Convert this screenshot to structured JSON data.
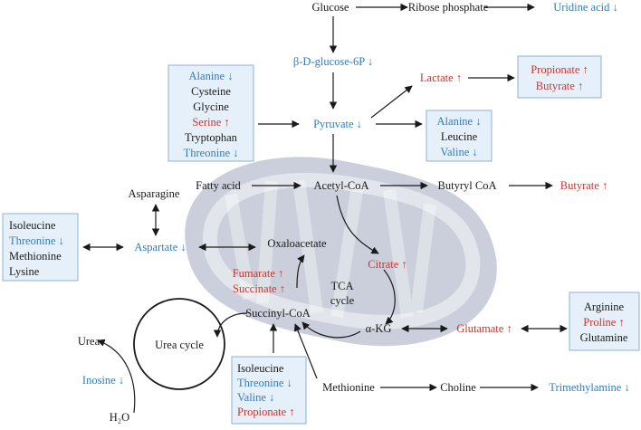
{
  "colors": {
    "black": "#1a1a1a",
    "decrease": "#2f7ebd",
    "increase": "#c8372d",
    "box_fill": "#e6f0fa",
    "mito": "#b8bfcf"
  },
  "nodes": {
    "glucose": "Glucose",
    "ribose_phosphate": "Ribose phosphate",
    "uridine_acid": "Uridine acid ↓",
    "b_d_glucose_6p": "β-D-glucose-6P ↓",
    "lactate": "Lactate ↑",
    "pyruvate": "Pyruvate ↓",
    "fatty_acid": "Fatty acid",
    "acetyl_coa": "Acetyl-CoA",
    "butyryl_coa": "Butyryl CoA",
    "butyrate_right": "Butyrate ↑",
    "asparagine": "Asparagine",
    "aspartate": "Aspartate ↓",
    "oxaloacetate": "Oxaloacetate",
    "citrate": "Citrate ↑",
    "fumarate": "Fumarate ↑",
    "succinate": "Succinate ↑",
    "tca_line1": "TCA",
    "tca_line2": "cycle",
    "succinyl_coa": "Succinyl-CoA",
    "alpha_kg": "α-KG",
    "glutamate": "Glutamate ↑",
    "urea": "Urea",
    "urea_cycle": "Urea cycle",
    "inosine": "Inosine ↓",
    "h2o": "H₂O",
    "methionine": "Methionine",
    "choline": "Choline",
    "trimethylamine": "Trimethylamine ↓"
  },
  "boxes": {
    "amino_acids_top": [
      "Alanine ↓",
      "Cysteine",
      "Glycine",
      "Serine ↑",
      "Tryptophan",
      "Threonine ↓"
    ],
    "scfa": [
      "Propionate ↑",
      "Butyrate ↑"
    ],
    "pyruvate_products": [
      "Alanine ↓",
      "Leucine",
      "Valine ↓"
    ],
    "aspartate_amino_acids": [
      "Isoleucine",
      "Threonine ↓",
      "Methionine",
      "Lysine"
    ],
    "glutamate_amino_acids": [
      "Arginine",
      "Proline ↑",
      "Glutamine"
    ],
    "succinyl_sources": [
      "Isoleucine",
      "Threonine ↓",
      "Valine ↓",
      "Propionate ↑"
    ]
  }
}
